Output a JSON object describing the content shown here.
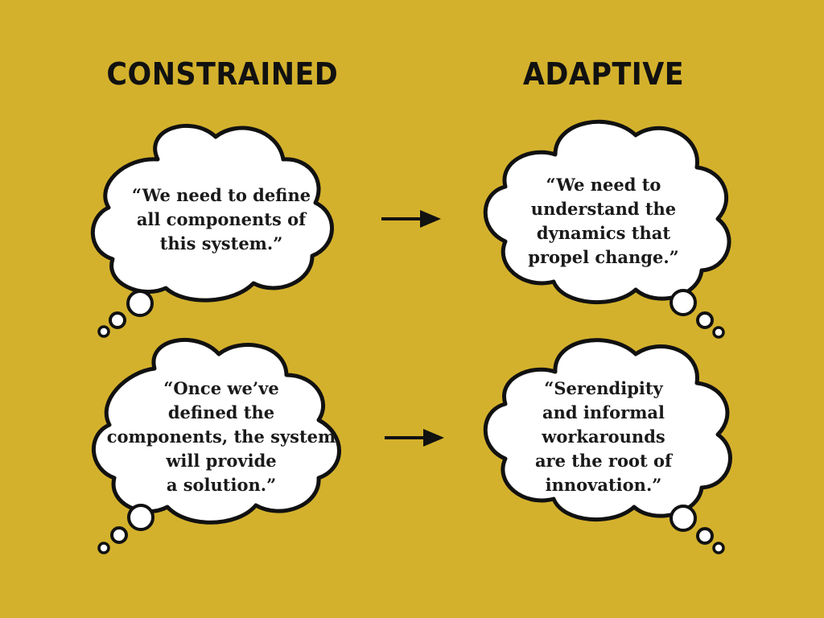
{
  "headings": {
    "left": "CONSTRAINED",
    "right": "ADAPTIVE"
  },
  "bubbles": {
    "top_left": "“We need to define\nall components of\nthis system.”",
    "top_right": "“We need to\nunderstand the\ndynamics that\npropel change.”",
    "bottom_left": "“Once we’ve\ndefined the\ncomponents, the system\nwill provide\na solution.”",
    "bottom_right": "“Serendipity\nand informal\nworkarounds\nare the root of\ninnovation.”"
  },
  "colors": {
    "background": "#d4b12c",
    "bubble_fill": "#ffffff",
    "outline": "#111111"
  },
  "icons": {
    "arrow": "right-arrow-icon",
    "bubble": "thought-bubble-icon"
  }
}
